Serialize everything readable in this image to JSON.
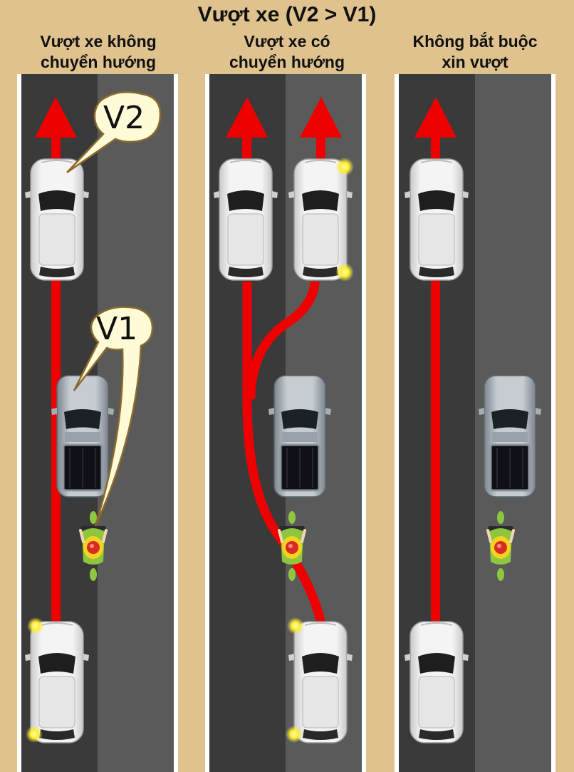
{
  "title": "Vượt xe (V2 > V1)",
  "columns": [
    {
      "line1": "Vượt xe không",
      "line2": "chuyển hướng"
    },
    {
      "line1": "Vượt xe có",
      "line2": "chuyển hướng"
    },
    {
      "line1": "Không bắt buộc",
      "line2": "xin vượt"
    }
  ],
  "labels": {
    "v2": "V2",
    "v1": "V1"
  },
  "colors": {
    "background": "#dfc28e",
    "road_left_lane": "#3a3a3a",
    "road_right_lane": "#5a5a5a",
    "path": "#ee0000",
    "signal": "#ffee55"
  }
}
